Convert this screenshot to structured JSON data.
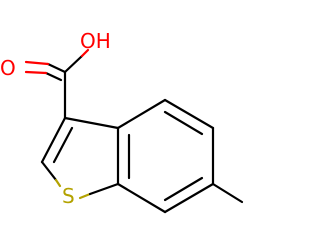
{
  "molecule": {
    "atoms": {
      "oxygen_carbonyl": {
        "symbol": "O",
        "color": "#ff0000"
      },
      "hydroxyl": {
        "symbol": "OH",
        "color": "#ff0000"
      },
      "sulfur": {
        "symbol": "S",
        "color": "#b3a200"
      }
    },
    "bond_color": "#000000"
  }
}
